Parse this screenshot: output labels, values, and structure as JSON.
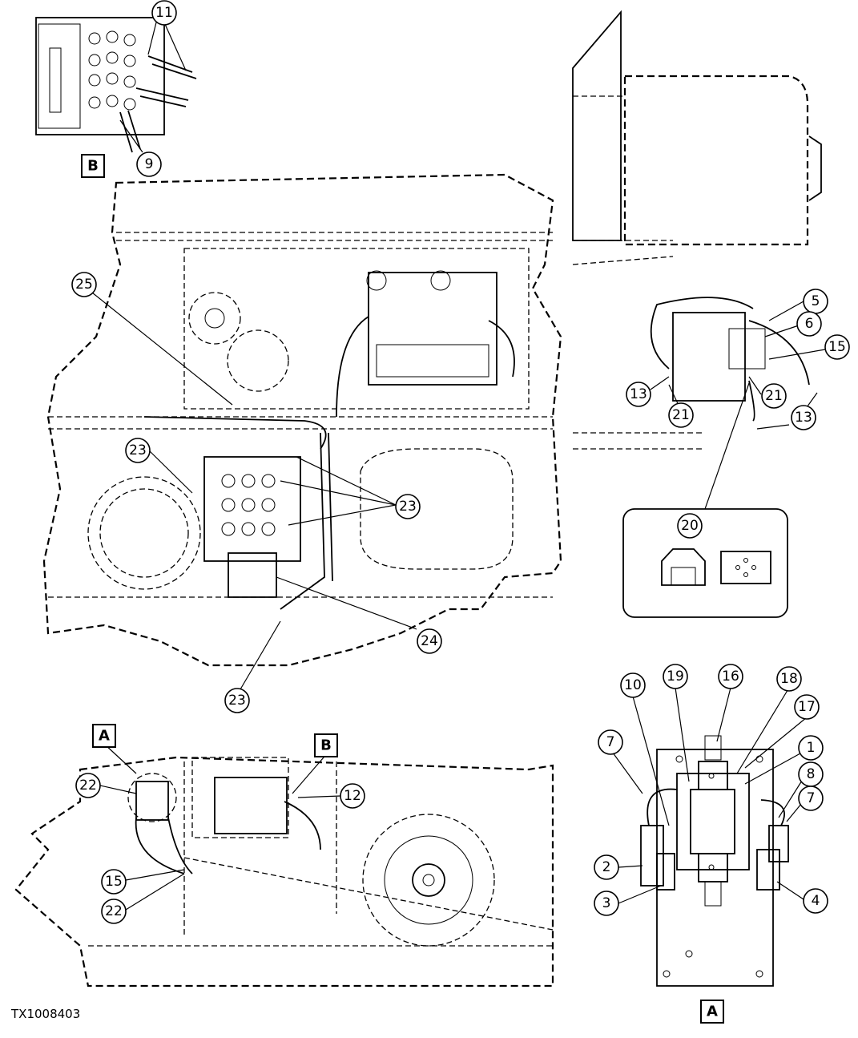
{
  "figure_id": "TX1008403",
  "view_labels": [
    "A",
    "B",
    "B",
    "A"
  ],
  "callouts": [
    "11",
    "9",
    "25",
    "23",
    "23",
    "23",
    "24",
    "5",
    "6",
    "15",
    "13",
    "21",
    "21",
    "13",
    "20",
    "22",
    "12",
    "15",
    "22",
    "10",
    "19",
    "16",
    "18",
    "17",
    "1",
    "7",
    "8",
    "7",
    "2",
    "3",
    "4"
  ]
}
